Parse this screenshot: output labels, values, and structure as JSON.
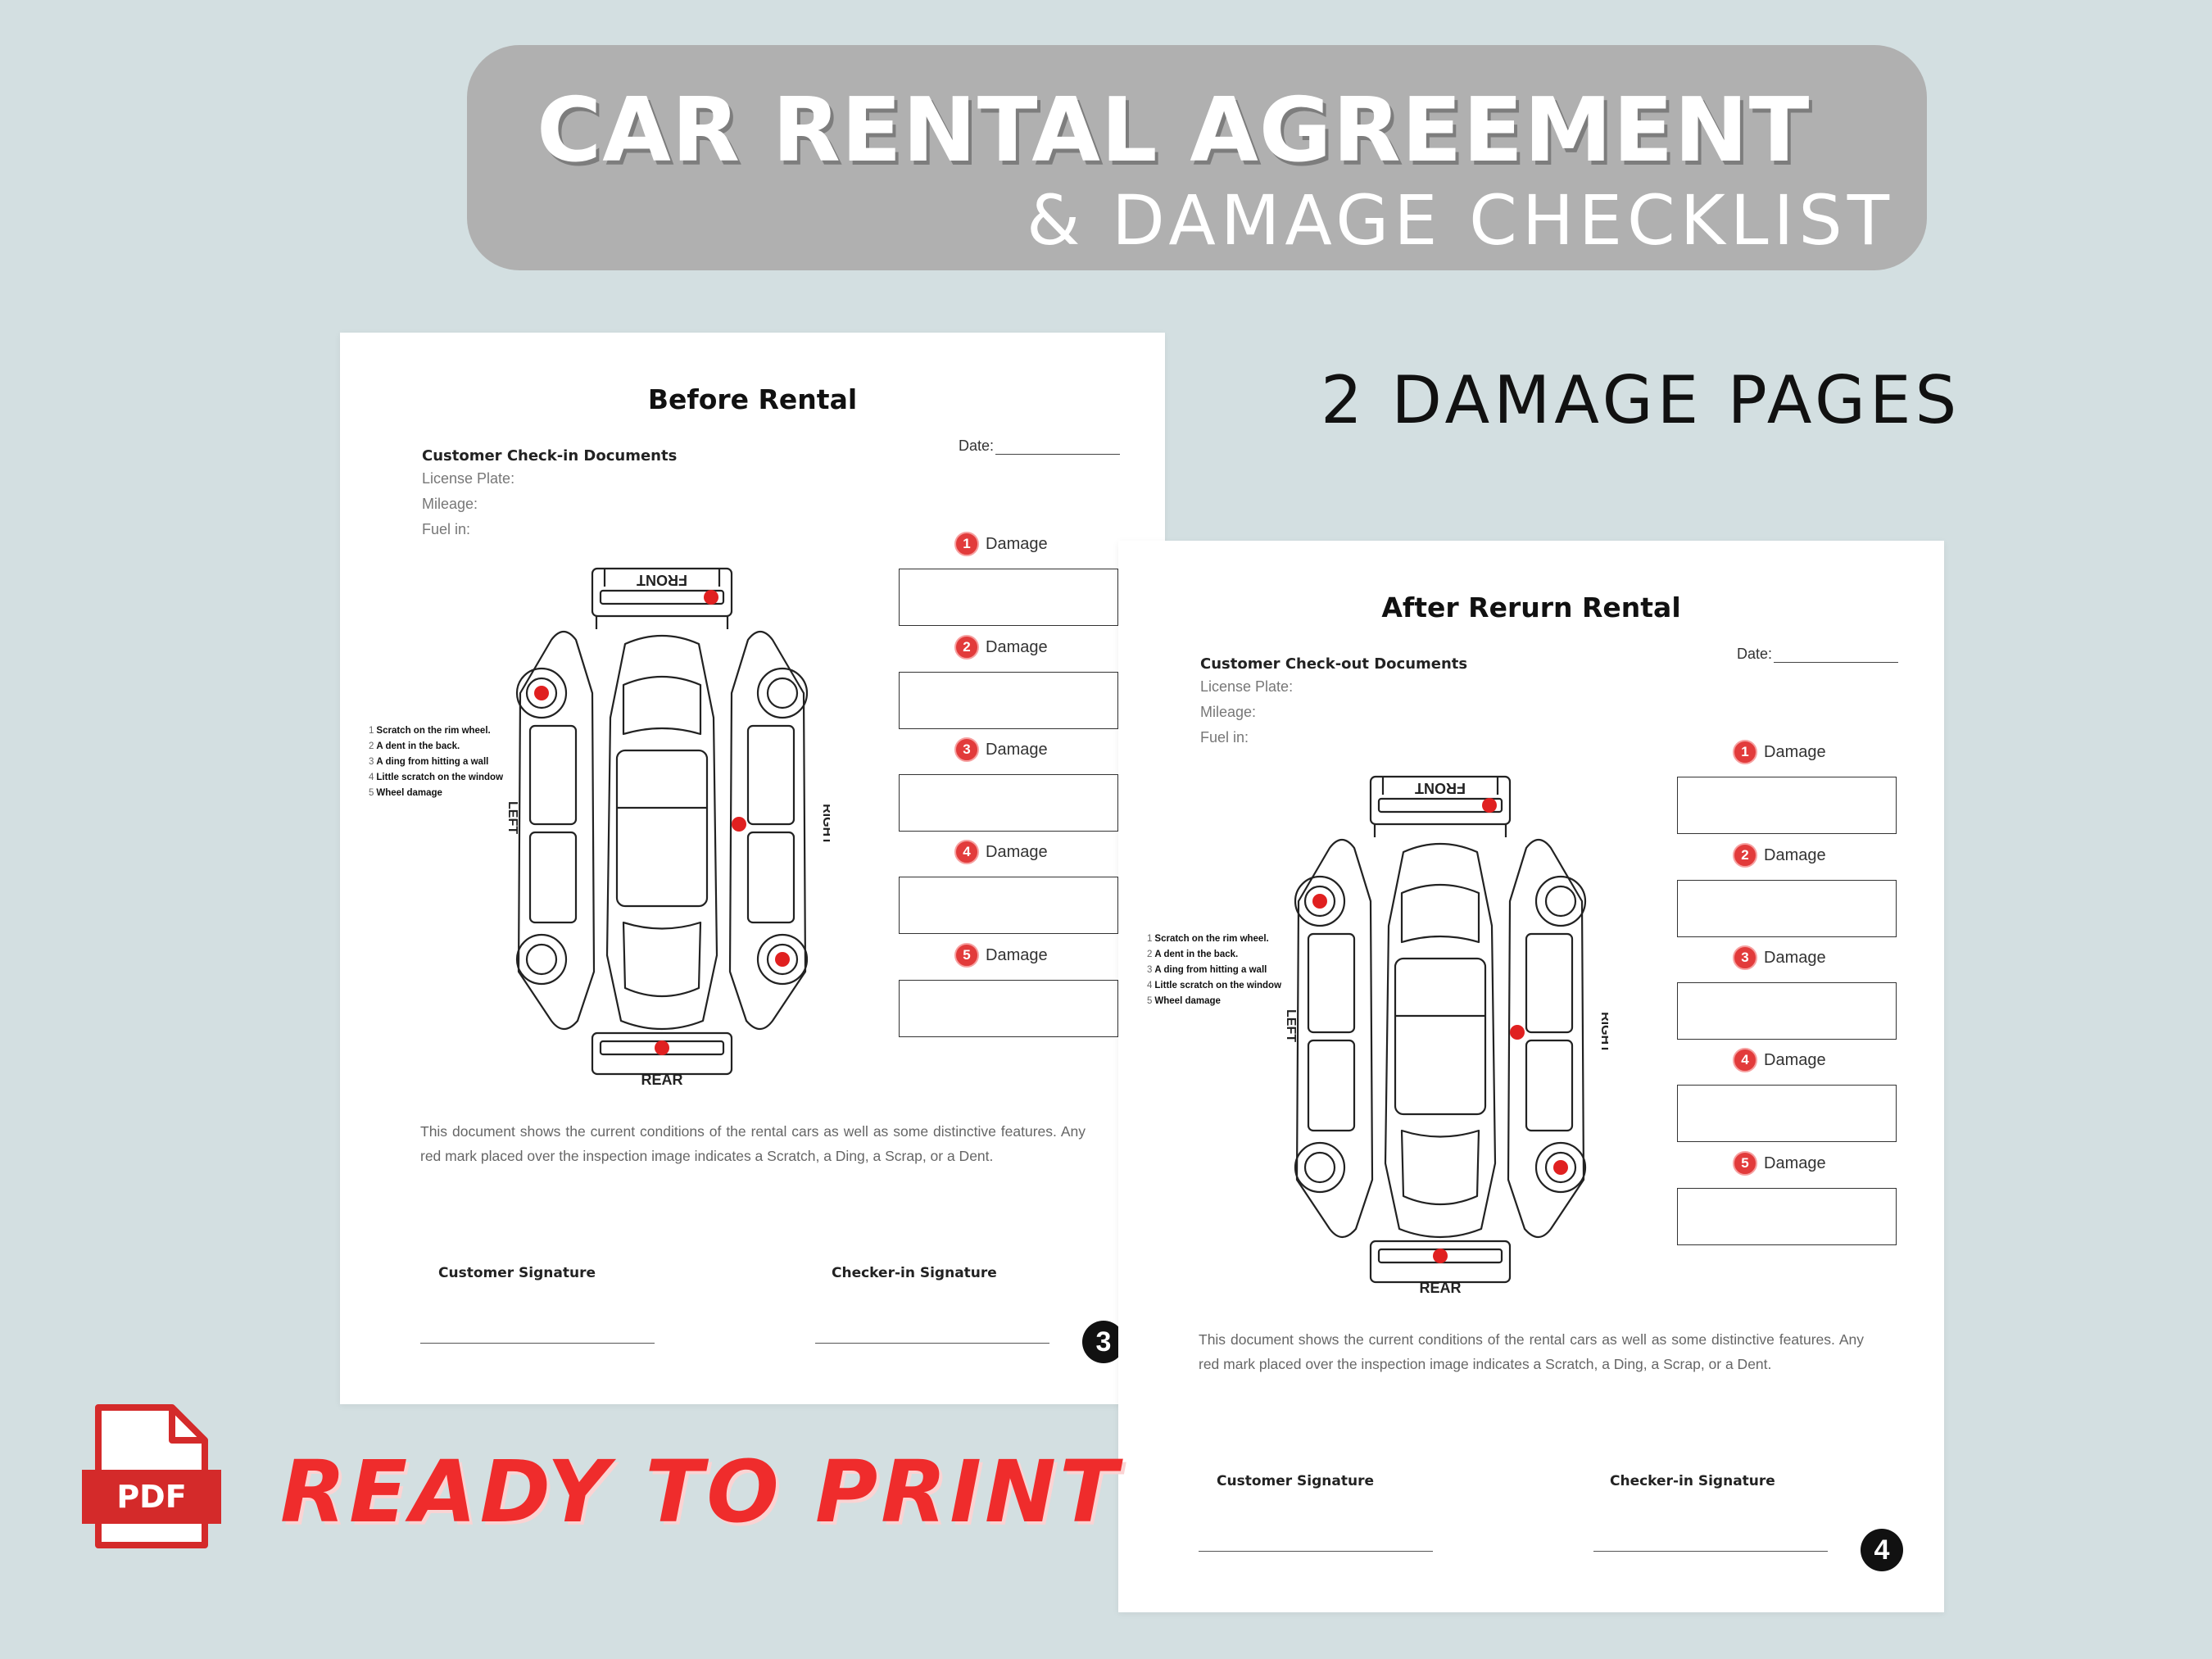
{
  "banner": {
    "title": "CAR RENTAL AGREEMENT",
    "subtitle": "& DAMAGE CHECKLIST"
  },
  "headline": "2 DAMAGE PAGES",
  "pages": [
    {
      "title": "Before Rental",
      "documents_heading": "Customer Check-in Documents",
      "date_label": "Date:",
      "fields": [
        "License Plate:",
        "Mileage:",
        "Fuel in:"
      ],
      "legend": [
        {
          "num": "1",
          "text": "Scratch on the rim wheel."
        },
        {
          "num": "2",
          "text": "A dent in the back."
        },
        {
          "num": "3",
          "text": "A ding from hitting a wall"
        },
        {
          "num": "4",
          "text": "Little scratch on the window"
        },
        {
          "num": "5",
          "text": "Wheel damage"
        }
      ],
      "diagram_labels": {
        "front": "FRONT",
        "rear": "REAR",
        "left": "LEFT",
        "right": "RIGHT"
      },
      "damage_label": "Damage",
      "damage_numbers": [
        "1",
        "2",
        "3",
        "4",
        "5"
      ],
      "paragraph": "This document shows the current conditions of the rental cars as well as some distinctive features. Any red mark placed over the inspection image indicates a Scratch, a Ding, a Scrap, or a Dent.",
      "signature_left": "Customer Signature",
      "signature_right": "Checker-in Signature",
      "page_number": "3"
    },
    {
      "title": "After Rerurn Rental",
      "documents_heading": "Customer Check-out Documents",
      "date_label": "Date:",
      "fields": [
        "License Plate:",
        "Mileage:",
        "Fuel in:"
      ],
      "legend": [
        {
          "num": "1",
          "text": "Scratch on the rim wheel."
        },
        {
          "num": "2",
          "text": "A dent in the back."
        },
        {
          "num": "3",
          "text": "A ding from hitting a wall"
        },
        {
          "num": "4",
          "text": "Little scratch on the window"
        },
        {
          "num": "5",
          "text": "Wheel damage"
        }
      ],
      "diagram_labels": {
        "front": "FRONT",
        "rear": "REAR",
        "left": "LEFT",
        "right": "RIGHT"
      },
      "damage_label": "Damage",
      "damage_numbers": [
        "1",
        "2",
        "3",
        "4",
        "5"
      ],
      "paragraph": "This document shows the current conditions of the rental cars as well as some distinctive features. Any red mark placed over the inspection image indicates a Scratch, a Ding, a Scrap, or a Dent.",
      "signature_left": "Customer Signature",
      "signature_right": "Checker-in Signature",
      "page_number": "4"
    }
  ],
  "pdf_badge": "PDF",
  "ready_text": "READY TO PRINT",
  "colors": {
    "background": "#d3dfe1",
    "banner": "#b0b0b0",
    "accent_red": "#ef2c2c",
    "damage_mark": "#e02020"
  }
}
